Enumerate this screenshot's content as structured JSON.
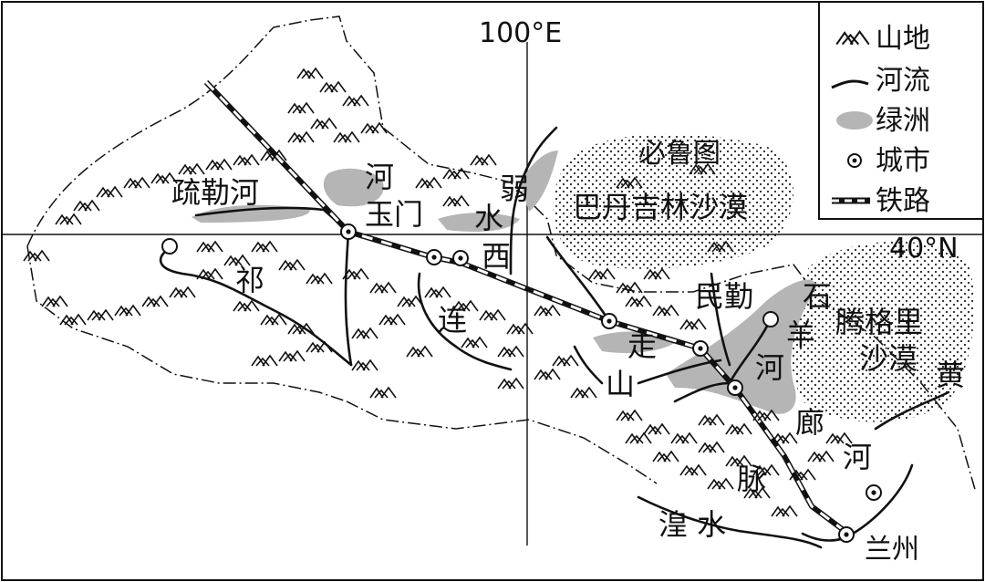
{
  "coords": {
    "lon": "100°E",
    "lat": "40°N"
  },
  "legend": [
    {
      "symbol": "mountain-icon",
      "label": "山地"
    },
    {
      "symbol": "river-icon",
      "label": "河流"
    },
    {
      "symbol": "oasis-icon",
      "label": "绿洲"
    },
    {
      "symbol": "city-icon",
      "label": "城市"
    },
    {
      "symbol": "railway-icon",
      "label": "铁路"
    }
  ],
  "labels": {
    "shule": "疏勒河",
    "he_top": "河",
    "yumen": "玉门",
    "shui": "水",
    "ruo": "弱",
    "xi": "西",
    "qi": "祁",
    "lian": "连",
    "badain1": "必鲁图",
    "badain2": "巴丹吉林沙漠",
    "minqin": "民勤",
    "shi": "石",
    "yang": "羊",
    "he_mid": "河",
    "zou": "走",
    "shan": "山",
    "tengger1": "腾格里",
    "tengger2": "沙漠",
    "huang": "黄",
    "lang": "廊",
    "he_right": "河",
    "mai": "脉",
    "huangshui": "湟  水",
    "lanzhou": "兰州"
  },
  "colors": {
    "ink": "#111111",
    "oasis": "#b5b5b5",
    "desert_dot": "#222222"
  }
}
